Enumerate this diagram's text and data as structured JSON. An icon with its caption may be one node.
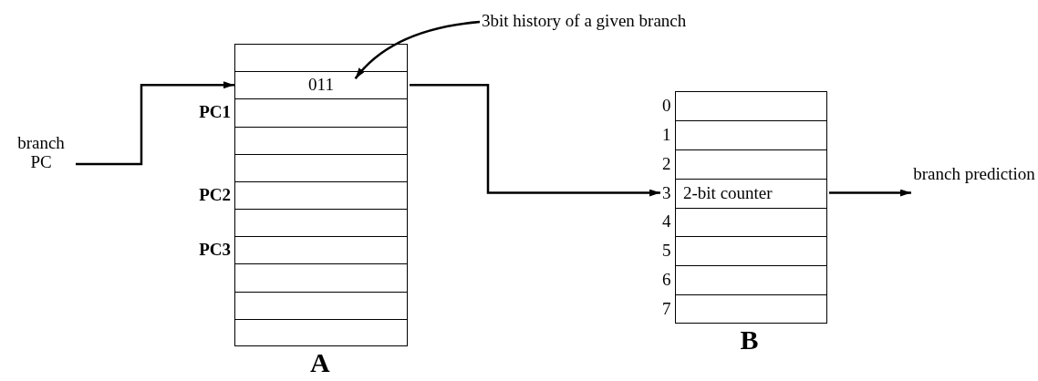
{
  "diagram": {
    "nodes": [
      {
        "text": [
          "branch PC"
        ]
      },
      {
        "text": [
          "A"
        ]
      },
      {
        "text": [
          "011"
        ],
        "in": 1
      },
      {
        "text": [
          "3bit history of a given branch"
        ]
      },
      {
        "text": [
          "B"
        ]
      },
      {
        "text": [
          "2-bit counter"
        ],
        "beside": [
          "3"
        ],
        "in": 4
      },
      {
        "text": [
          "branch prediction"
        ]
      }
    ],
    "edges": [
      {
        "from": 0,
        "to": 2,
        "arrow": "to"
      },
      {
        "from": 3,
        "to": 2,
        "arrow": "to"
      },
      {
        "from": 2,
        "to": 5,
        "arrow": "to"
      },
      {
        "from": 5,
        "to": 6,
        "arrow": "to"
      }
    ],
    "labels": [
      "PC1",
      "PC2",
      "PC3",
      "0",
      "1",
      "2",
      "4",
      "5",
      "6",
      "7"
    ]
  }
}
